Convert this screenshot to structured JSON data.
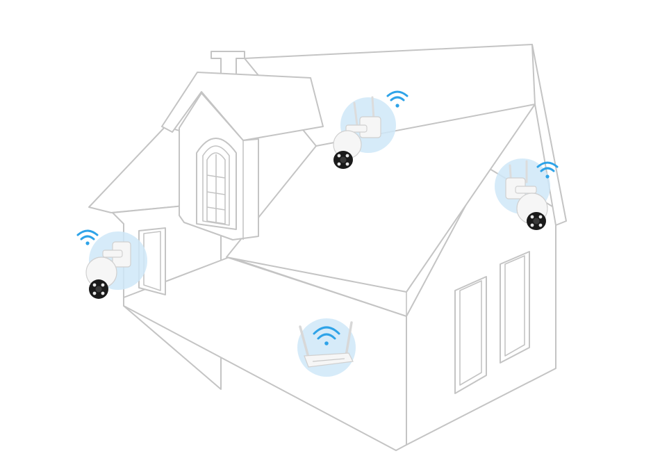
{
  "scene": {
    "colors": {
      "outline": "#c4c4c4",
      "wifi": "#2ea3e8",
      "halo": "#cfe7f8",
      "background": "#ffffff"
    },
    "devices": [
      {
        "kind": "ptz-camera",
        "location": "left-wall",
        "icon": "wifi-signal-icon"
      },
      {
        "kind": "ptz-camera",
        "location": "roof",
        "icon": "wifi-signal-icon"
      },
      {
        "kind": "ptz-camera",
        "location": "right-wall",
        "icon": "wifi-signal-icon"
      },
      {
        "kind": "wifi-router",
        "location": "front-wall",
        "icon": "wifi-signal-icon"
      }
    ]
  }
}
